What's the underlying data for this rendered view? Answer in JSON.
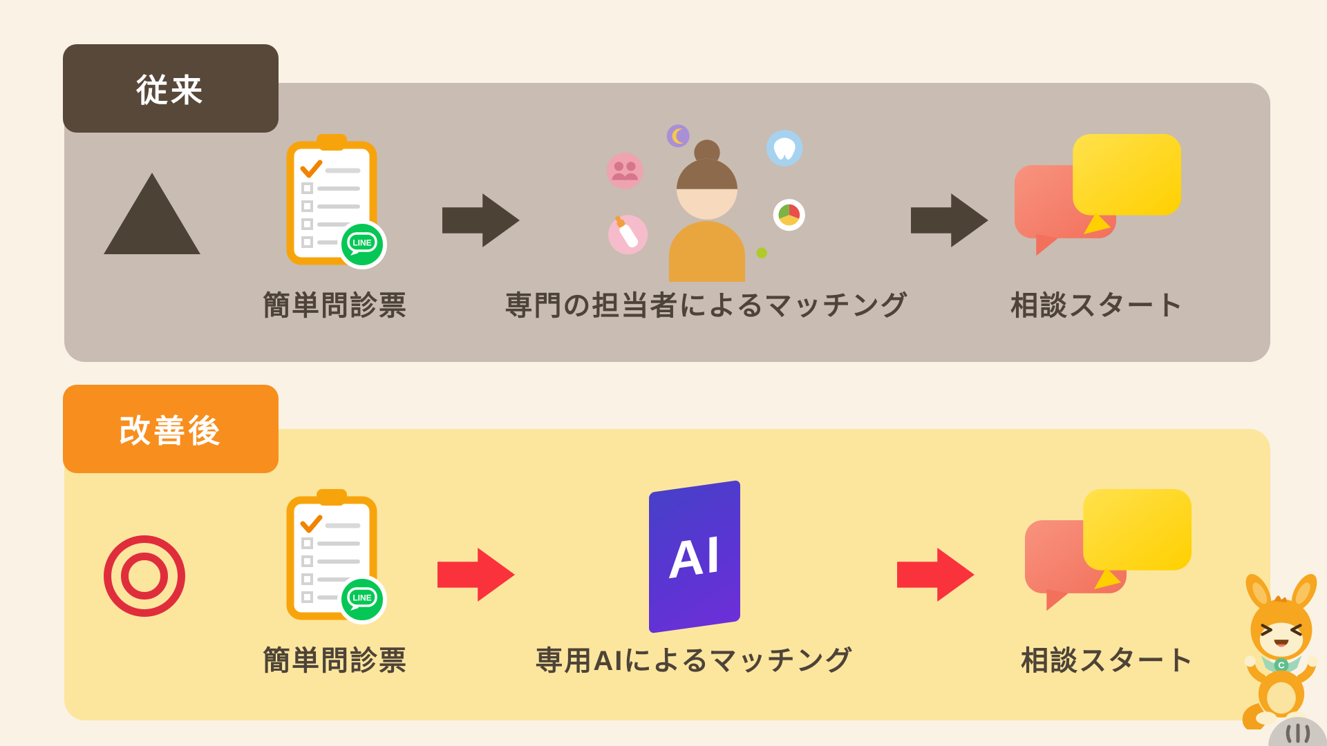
{
  "rows": [
    {
      "tag": "従来",
      "steps": [
        {
          "label": "簡単問診票"
        },
        {
          "label": "専門の担当者によるマッチング"
        },
        {
          "label": "相談スタート"
        }
      ]
    },
    {
      "tag": "改善後",
      "steps": [
        {
          "label": "簡単問診票"
        },
        {
          "label": "専用AIによるマッチング"
        },
        {
          "label": "相談スタート"
        }
      ]
    }
  ],
  "badges": {
    "line": "LINE",
    "ai": "AI",
    "mascot_bib": "C"
  },
  "colors": {
    "background": "#FBF2E6",
    "panel_before": "#C9BCB2",
    "panel_after": "#FCE69E",
    "tag_before": "#57483A",
    "tag_after": "#F78E1E",
    "arrow_before": "#4D4236",
    "arrow_after": "#FA323C",
    "label_text": "#4D4338",
    "clipboard_orange": "#F7A40C",
    "line_green": "#06C755",
    "bubble_salmon": "#F4806C",
    "bubble_yellow": "#FFD60B",
    "ai_gradient_start": "#4740C8",
    "ai_gradient_end": "#6D2FD8",
    "mark_red": "#E02D3C"
  }
}
